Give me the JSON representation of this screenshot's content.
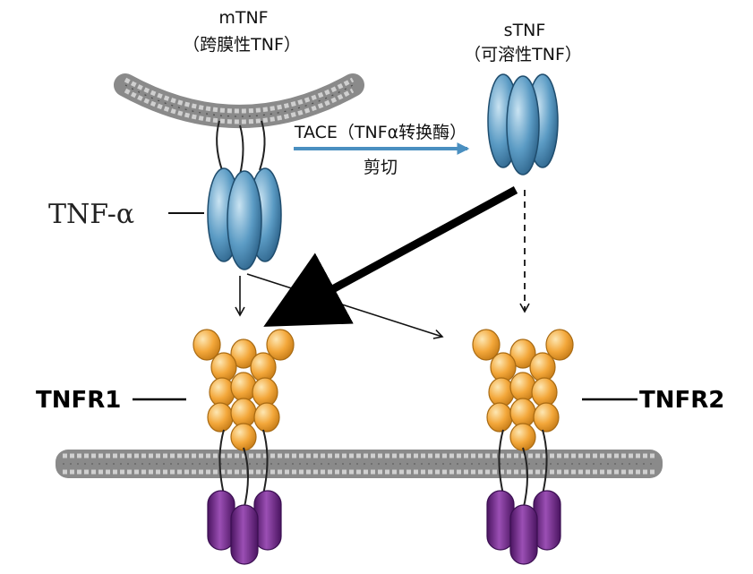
{
  "labels": {
    "mtnf_name": "mTNF",
    "mtnf_desc": "（跨膜性TNF）",
    "stnf_name": "sTNF",
    "stnf_desc": "（可溶性TNF）",
    "tace_label": "TACE（TNFα转换酶）",
    "cleave_label": "剪切",
    "tnf_alpha": "TNF-α",
    "tnfr1": "TNFR1",
    "tnfr2": "TNFR2"
  },
  "colors": {
    "trimer_blue": "#5b9bc4",
    "receptor_orange": "#f3a73a",
    "intracellular_purple": "#7b2f91",
    "membrane_gray": "#8a8a8a",
    "cleave_arrow": "#4a8fc0"
  }
}
